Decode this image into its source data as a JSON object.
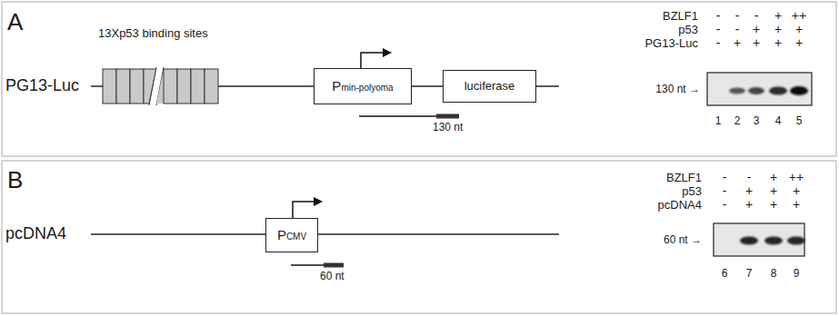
{
  "diagram": {
    "nodes": [
      {
        "text": [
          "Pmin-polyoma"
        ]
      },
      {
        "text": [
          "luciferase"
        ]
      },
      {
        "text": [
          "PCMV"
        ]
      }
    ],
    "edges": [
      {
        "from": 0,
        "to": 1,
        "arrow": "none"
      }
    ],
    "labels": [
      "A",
      "13Xp53 binding sites",
      "PG13-Luc",
      "130 nt",
      "BZLF1",
      "p53",
      "PG13-Luc",
      "-",
      "-",
      "-",
      "+",
      "++",
      "-",
      "-",
      "+",
      "+",
      "+",
      "-",
      "+",
      "+",
      "+",
      "+",
      "130 nt →",
      "1",
      "2",
      "3",
      "4",
      "5",
      "B",
      "pcDNA4",
      "60 nt",
      "BZLF1",
      "p53",
      "pcDNA4",
      "-",
      "-",
      "+",
      "++",
      "-",
      "+",
      "+",
      "+",
      "-",
      "+",
      "+",
      "+",
      "60 nt →",
      "6",
      "7",
      "8",
      "9"
    ]
  }
}
